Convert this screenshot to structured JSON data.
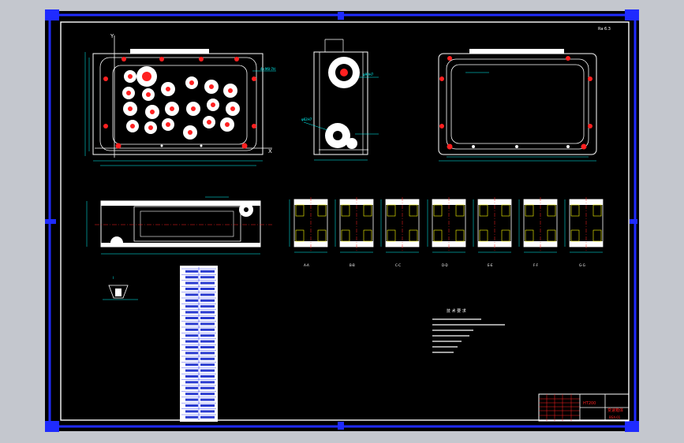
{
  "sheet": {
    "background": "#000000",
    "frame_color": "#1f2bff",
    "line_white": "#ffffff",
    "dim_cyan": "#00ffff",
    "hole_red": "#ff2020",
    "accent_yellow": "#ffff00",
    "corner_note": "Ra 6.3"
  },
  "axes": {
    "y_label": "Y",
    "x_label": "X"
  },
  "section_labels": [
    "A-A",
    "B-B",
    "C-C",
    "D-D",
    "E-E",
    "F-F",
    "G-G"
  ],
  "notes_title": "技 术 要 求",
  "title_block": {
    "part_name": "变速箱体",
    "material": "HT200",
    "drawing_no": "BSX-01"
  }
}
